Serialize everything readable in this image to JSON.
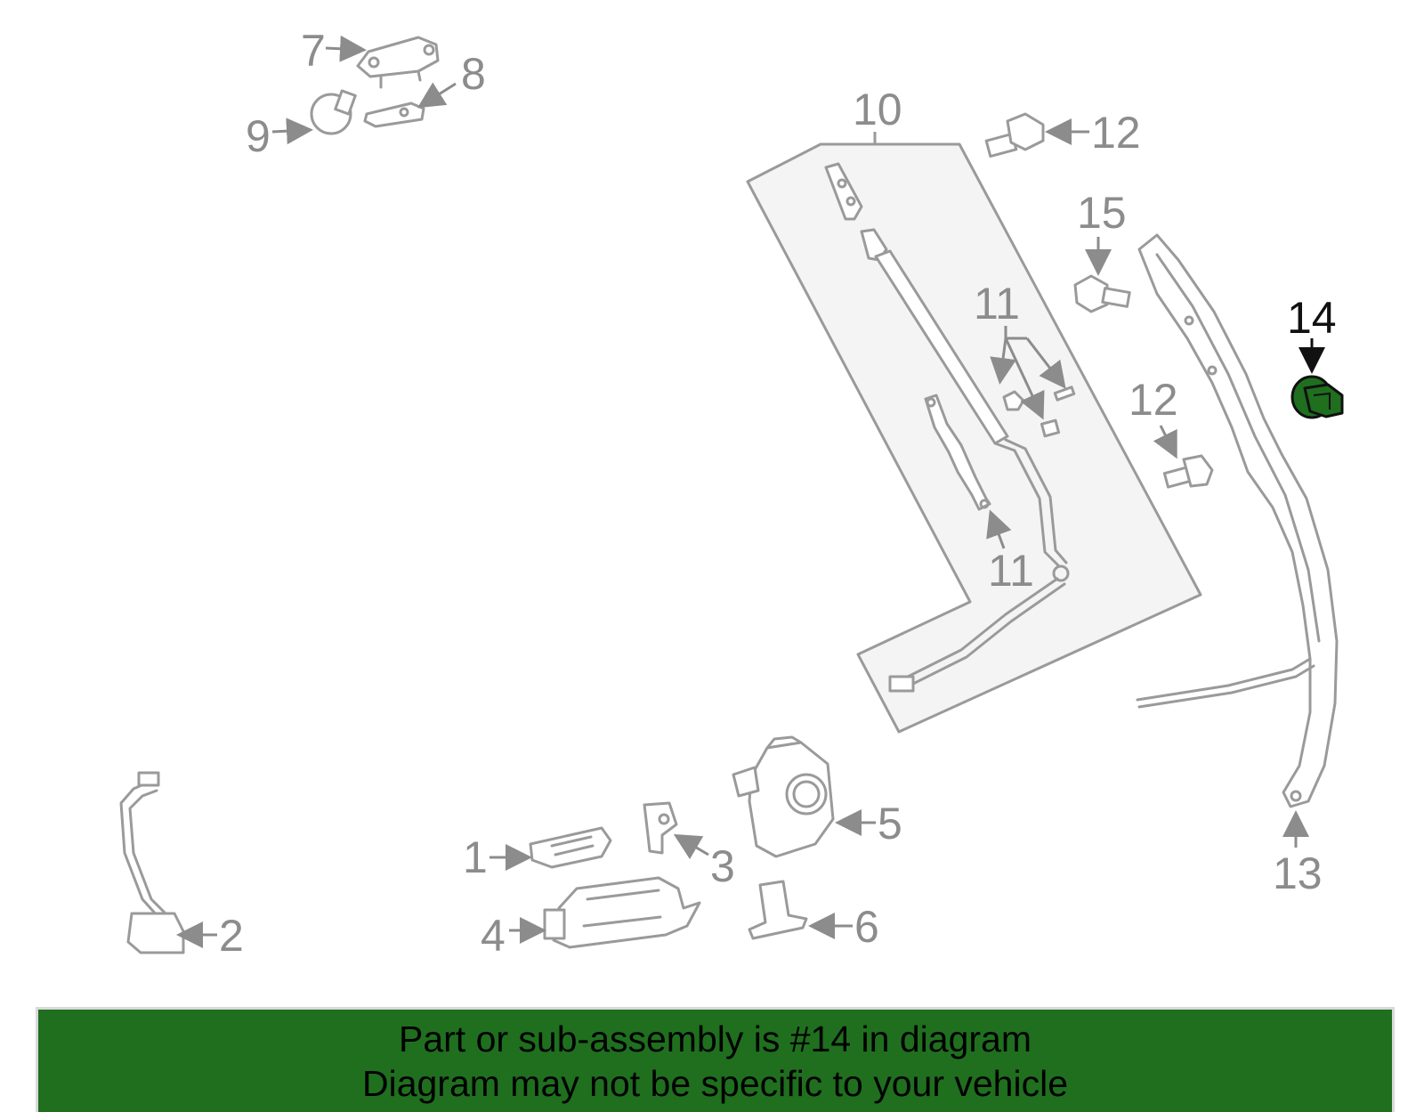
{
  "callouts": {
    "c1": "1",
    "c2": "2",
    "c3": "3",
    "c4": "4",
    "c5": "5",
    "c6": "6",
    "c7": "7",
    "c8": "8",
    "c9": "9",
    "c10": "10",
    "c11a": "11",
    "c11b": "11",
    "c12a": "12",
    "c12b": "12",
    "c13": "13",
    "c14": "14",
    "c15": "15"
  },
  "highlight": {
    "part_number": "14",
    "color": "#1f6f1f"
  },
  "banner": {
    "line1": "Part or sub-assembly is #14 in diagram",
    "line2": "Diagram may not be specific to your vehicle",
    "color": "#1f6f1f"
  }
}
